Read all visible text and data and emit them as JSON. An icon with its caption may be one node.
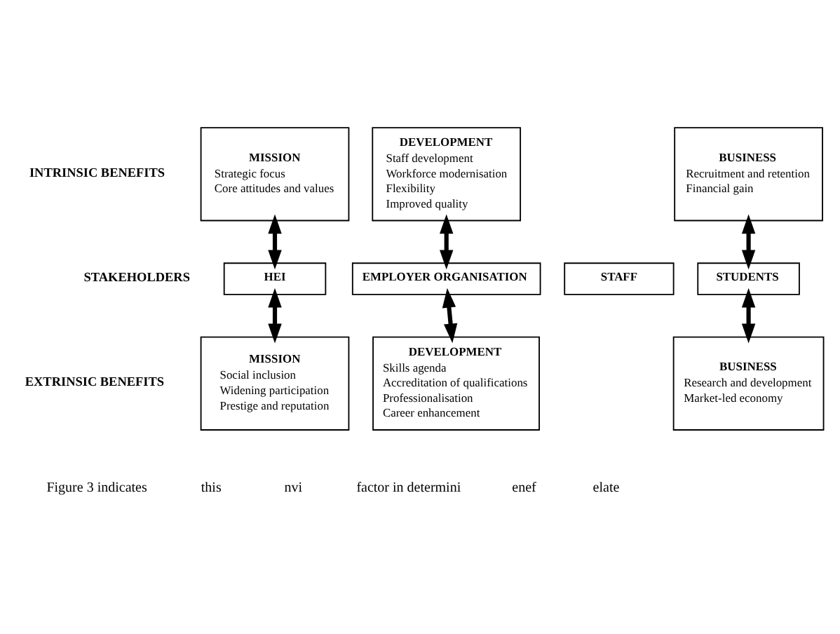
{
  "diagram": {
    "nodes": [
      {
        "text": [
          "MISSION",
          "Strategic focus",
          "Core attitudes and values"
        ]
      },
      {
        "text": [
          "DEVELOPMENT",
          "Staff development",
          "Workforce modernisation",
          "Flexibility",
          "Improved quality"
        ]
      },
      {
        "text": [
          "BUSINESS",
          "Recruitment and retention",
          "Financial gain"
        ]
      },
      {
        "text": [
          "HEI"
        ]
      },
      {
        "text": [
          "EMPLOYER ORGANISATION"
        ]
      },
      {
        "text": [
          "STAFF"
        ]
      },
      {
        "text": [
          "STUDENTS"
        ]
      },
      {
        "text": [
          "MISSION",
          "Social inclusion",
          "Widening participation",
          "Prestige and reputation"
        ]
      },
      {
        "text": [
          "DEVELOPMENT",
          "Skills agenda",
          "Accreditation of qualifications",
          "Professionalisation",
          "Career enhancement"
        ]
      },
      {
        "text": [
          "BUSINESS",
          "Research and development",
          "Market-led economy"
        ]
      }
    ],
    "edges": [
      {
        "from": 0,
        "to": 3,
        "arrow": "both"
      },
      {
        "from": 1,
        "to": 4,
        "arrow": "both"
      },
      {
        "from": 2,
        "to": 6,
        "arrow": "both"
      },
      {
        "from": 3,
        "to": 7,
        "arrow": "both"
      },
      {
        "from": 4,
        "to": 8,
        "arrow": "both"
      },
      {
        "from": 6,
        "to": 9,
        "arrow": "both"
      }
    ],
    "labels": [
      "INTRINSIC BENEFITS",
      "STAKEHOLDERS",
      "EXTRINSIC BENEFITS",
      "Figure 3 indicates",
      "this",
      "nvi",
      "factor in determini",
      "enef",
      "elate"
    ]
  }
}
